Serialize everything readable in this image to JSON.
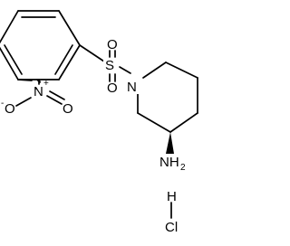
{
  "molecule": {
    "atoms": {
      "nitro_n": "N",
      "nitro_o_top": "O",
      "nitro_o_minus": "O",
      "nitro_charge_plus": "+",
      "nitro_charge_minus": "-",
      "sulfur": "S",
      "sulfonyl_o_top": "O",
      "sulfonyl_o_bottom": "O",
      "ring_n": "N",
      "amine_n": "NH",
      "amine_sub": "2",
      "hcl_h": "H",
      "hcl_cl": "Cl"
    }
  }
}
